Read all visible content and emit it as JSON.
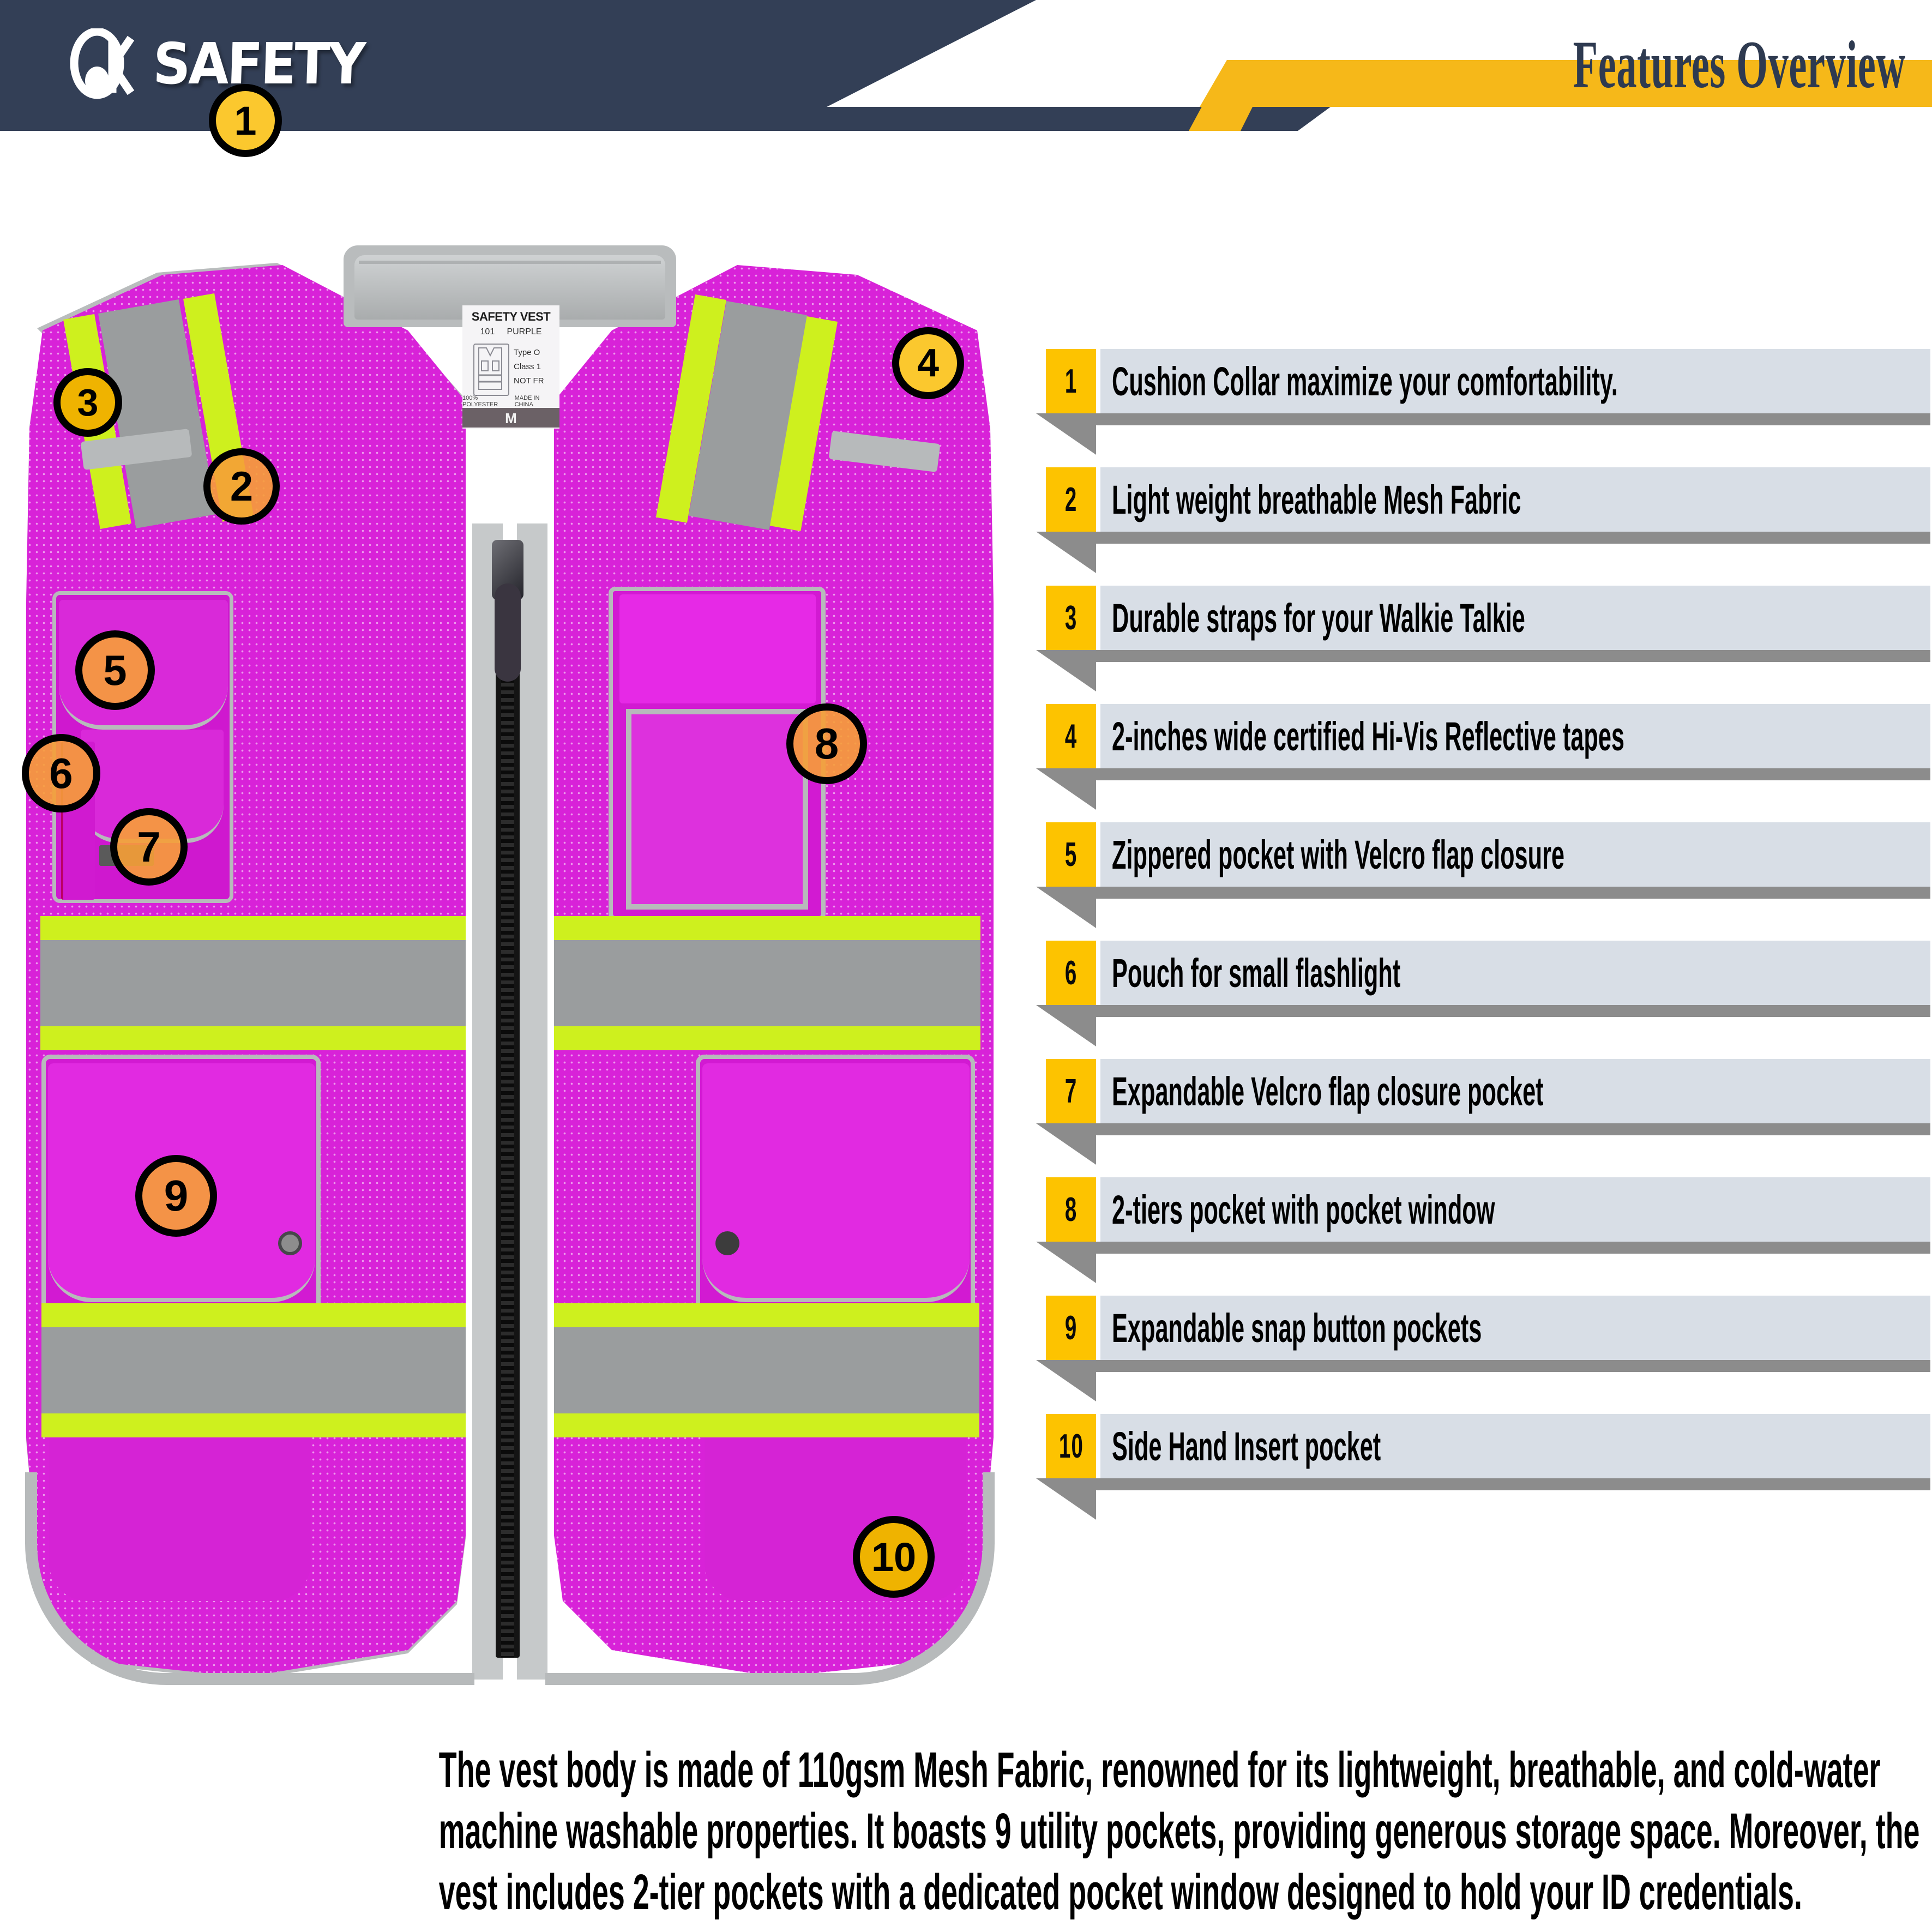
{
  "brand": {
    "logo_text": "SAFETY",
    "logo_mark": "jk-monogram"
  },
  "header": {
    "title": "Features Overview"
  },
  "features": [
    {
      "num": "1",
      "text": "Cushion Collar maximize your comfortability."
    },
    {
      "num": "2",
      "text": "Light weight breathable Mesh Fabric"
    },
    {
      "num": "3",
      "text": "Durable straps for your Walkie Talkie"
    },
    {
      "num": "4",
      "text": "2-inches wide certified Hi-Vis Reflective tapes"
    },
    {
      "num": "5",
      "text": "Zippered pocket with Velcro flap closure"
    },
    {
      "num": "6",
      "text": "Pouch for small flashlight"
    },
    {
      "num": "7",
      "text": "Expandable Velcro flap closure pocket"
    },
    {
      "num": "8",
      "text": "2-tiers pocket with pocket window"
    },
    {
      "num": "9",
      "text": "Expandable snap button pockets"
    },
    {
      "num": "10",
      "text": "Side Hand Insert pocket"
    }
  ],
  "product_label": {
    "title": "SAFETY VEST",
    "model": "101",
    "color": "PURPLE",
    "type": "Type O",
    "class": "Class 1",
    "fr": "NOT FR",
    "material": "100% POLYESTER",
    "origin": "MADE IN CHINA",
    "size": "M"
  },
  "callouts": [
    {
      "num": "1"
    },
    {
      "num": "2"
    },
    {
      "num": "3"
    },
    {
      "num": "4"
    },
    {
      "num": "5"
    },
    {
      "num": "6"
    },
    {
      "num": "7"
    },
    {
      "num": "8"
    },
    {
      "num": "9"
    },
    {
      "num": "10"
    }
  ],
  "description": {
    "line1": "The vest body is made of 110gsm Mesh Fabric, renowned for its lightweight, breathable, and cold-water",
    "line2": "machine washable properties. It boasts 9 utility pockets, providing generous storage space. Moreover, the",
    "line3": "vest includes 2-tier pockets with a dedicated pocket window designed to hold your ID credentials."
  },
  "colors": {
    "navy": "#333f56",
    "yellow": "#f6b819",
    "number_box": "#fdc300",
    "text_bar": "#d8dee6",
    "shadow": "#8c8c8c",
    "vest_pink": "#d822d8",
    "vest_lime": "#cef01e",
    "vest_gray_tape": "#9a9d9e",
    "vest_binding": "#b9bcbd"
  }
}
